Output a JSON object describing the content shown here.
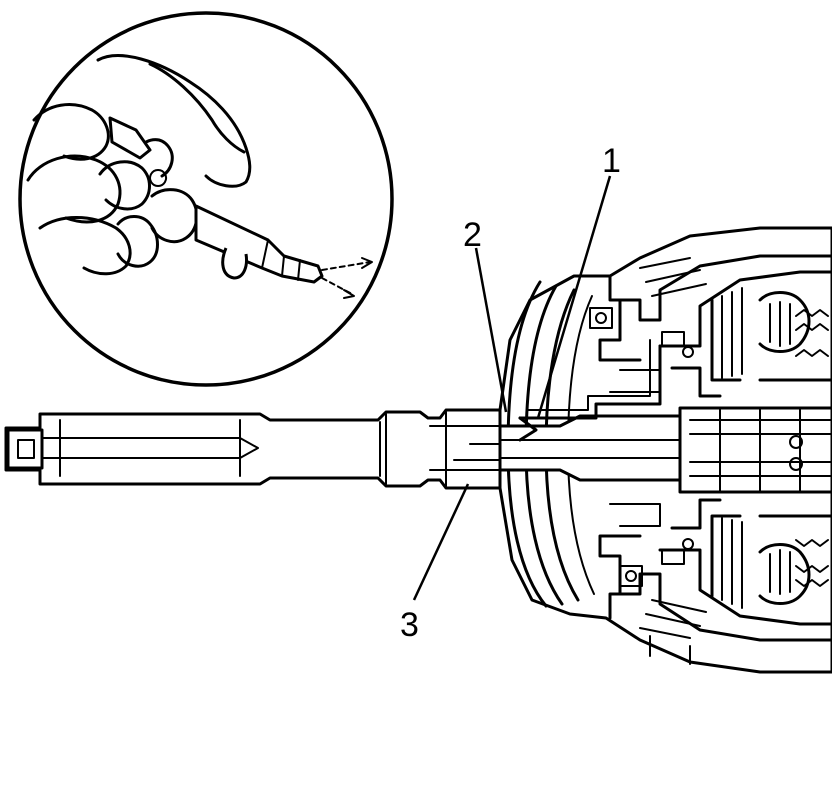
{
  "callouts": [
    {
      "id": "1",
      "text": "1"
    },
    {
      "id": "2",
      "text": "2"
    },
    {
      "id": "3",
      "text": "3"
    }
  ],
  "colors": {
    "line": "#000000",
    "background": "#ffffff"
  },
  "icons": [
    "air-nozzle-icon",
    "hand-icon"
  ]
}
